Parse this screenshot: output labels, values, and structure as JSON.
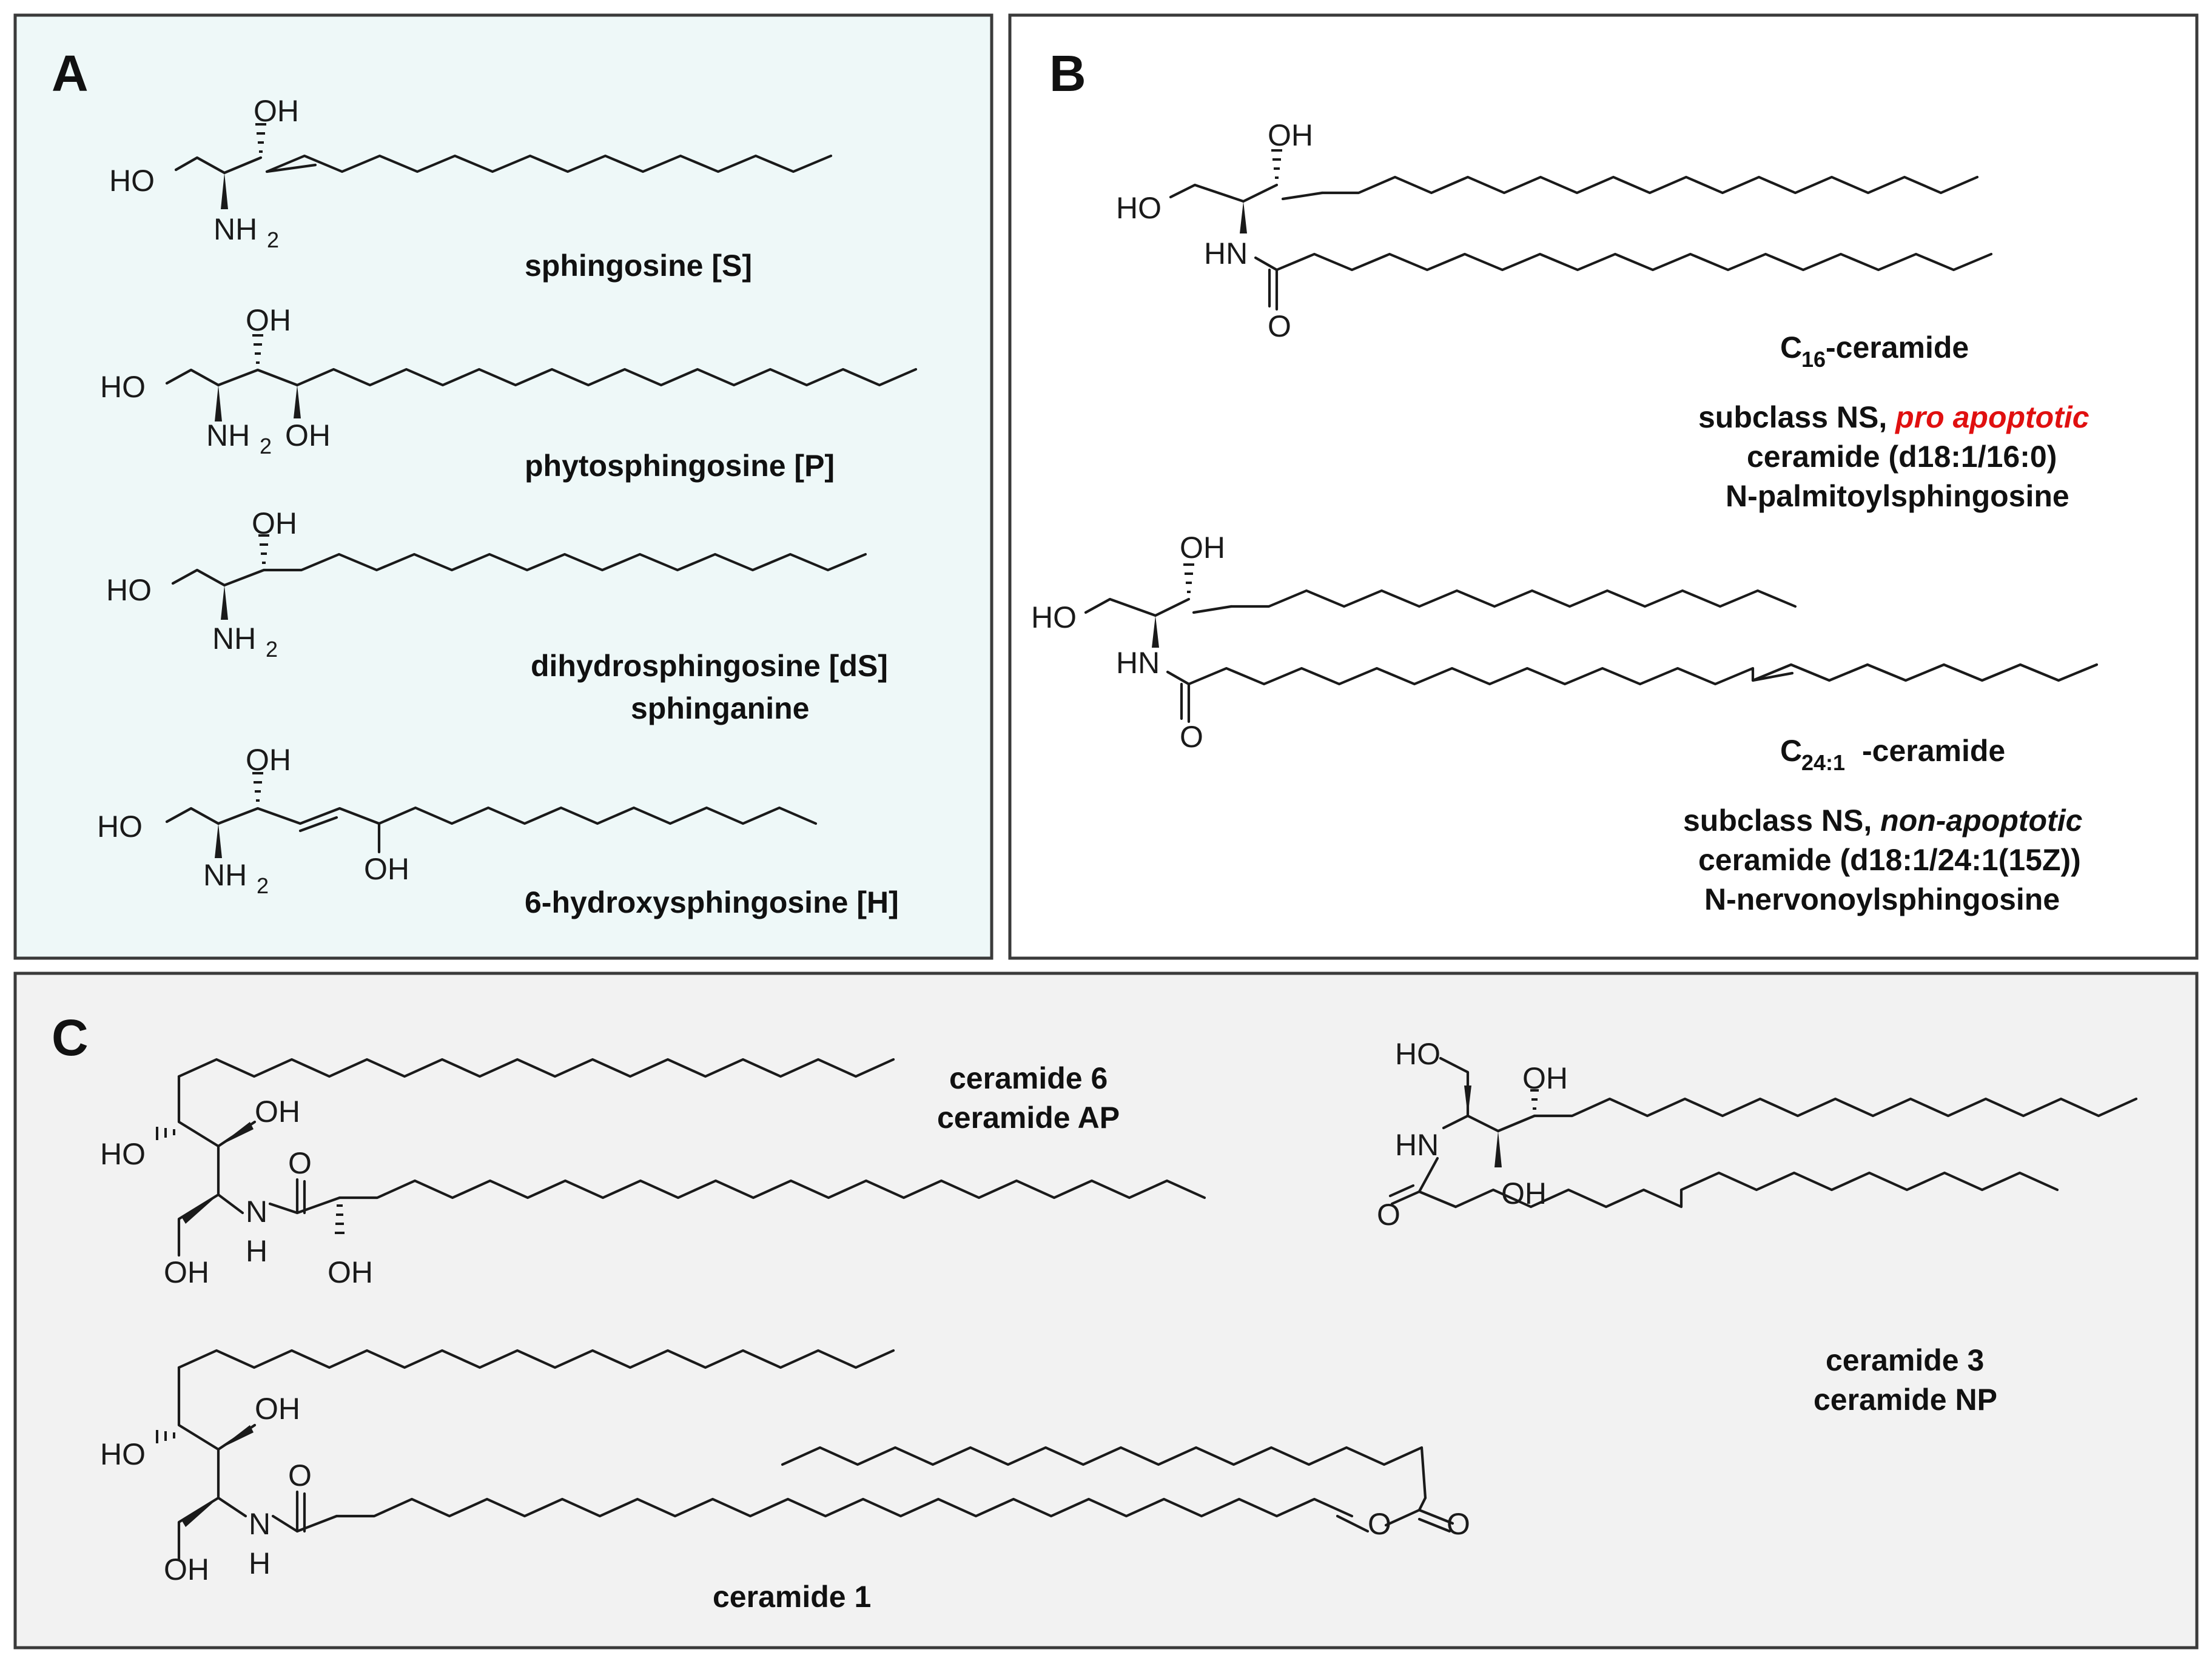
{
  "panels": {
    "a": {
      "label": "A",
      "background": "#eef8f8"
    },
    "b": {
      "label": "B",
      "background": "#ffffff"
    },
    "c": {
      "label": "C",
      "background": "#f2f2f2"
    }
  },
  "atoms": {
    "oh": "OH",
    "ho": "HO",
    "nh": "NH",
    "two": "2",
    "hn": "HN",
    "n": "N",
    "h": "H",
    "o": "O"
  },
  "captions": {
    "sphingosine": "sphingosine [S]",
    "phytosphingosine": "phytosphingosine [P]",
    "dihydrosphingosine": "dihydrosphingosine [dS]",
    "sphinganine": "sphinganine",
    "hydroxysphingosine": "6-hydroxysphingosine  [H]",
    "c16_letter": "C",
    "c16_sub": "16",
    "c16_rest": "-ceramide",
    "c16_line1_prefix": "subclass NS, ",
    "c16_line1_emph": "pro apoptotic",
    "c16_line2": "ceramide (d18:1/16:0)",
    "c16_line3": "N-palmitoylsphingosine",
    "c241_letter": "C",
    "c241_sub": "24:1",
    "c241_rest": "-ceramide",
    "c241_line1_prefix": "subclass NS, ",
    "c241_line1_emph": "non-apoptotic",
    "c241_line2": "ceramide (d18:1/24:1(15Z))",
    "c241_line3": "N-nervonoylsphingosine",
    "cer6_line1": "ceramide 6",
    "cer6_line2": "ceramide AP",
    "cer3_line1": "ceramide 3",
    "cer3_line2": "ceramide NP",
    "cer1": "ceramide 1"
  },
  "colors": {
    "pro_apoptotic": "#e01010",
    "border": "#3a3a3a",
    "ink": "#111111"
  }
}
